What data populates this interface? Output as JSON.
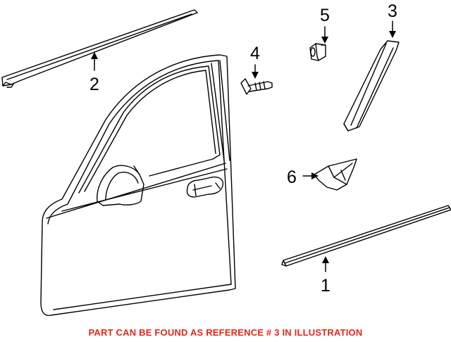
{
  "diagram": {
    "callouts": [
      {
        "id": "1",
        "label": "1"
      },
      {
        "id": "2",
        "label": "2"
      },
      {
        "id": "3",
        "label": "3"
      },
      {
        "id": "4",
        "label": "4"
      },
      {
        "id": "5",
        "label": "5"
      },
      {
        "id": "6",
        "label": "6"
      }
    ],
    "note": "PART CAN BE FOUND AS REFERENCE # 3 IN ILLUSTRATION"
  },
  "colors": {
    "line": "#000000",
    "note": "#e0281c",
    "background": "#ffffff"
  }
}
